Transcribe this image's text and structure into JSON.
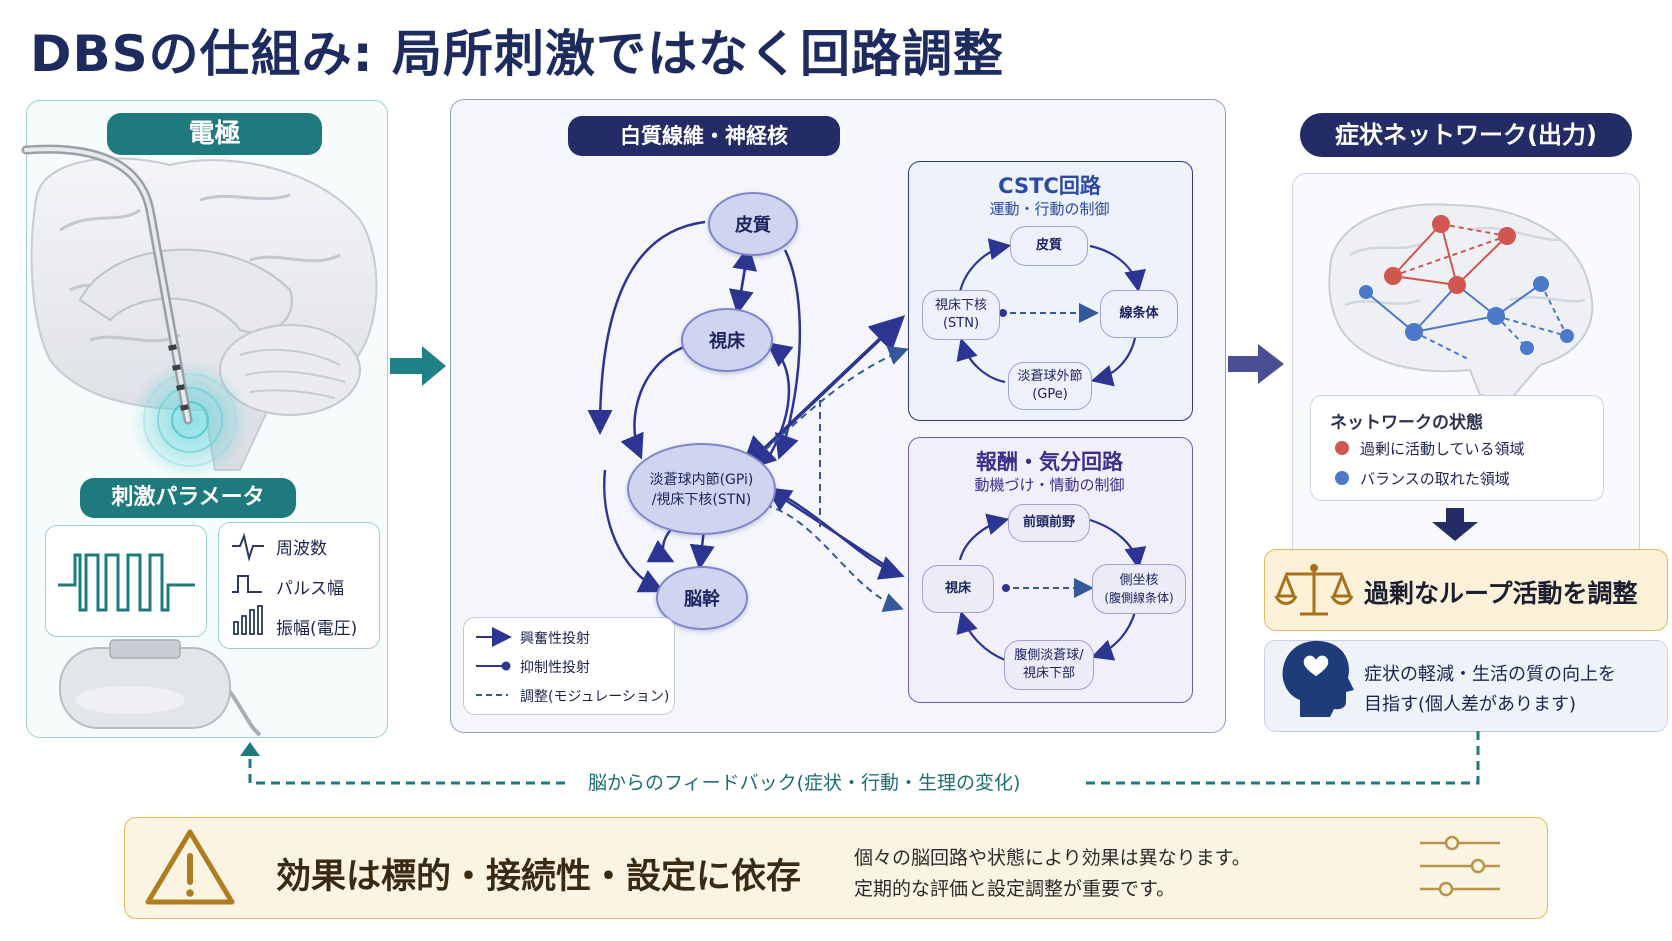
{
  "title": "DBSの仕組み: 局所刺激ではなく回路調整",
  "left_panel": {
    "header": "電極",
    "params_header": "刺激パラメータ",
    "params": [
      "周波数",
      "パルス幅",
      "振幅(電圧)"
    ]
  },
  "middle_panel": {
    "header": "白質線維・神経核",
    "nodes": {
      "cortex": "皮質",
      "thalamus": "視床",
      "gpi_line1": "淡蒼球内節(GPi)",
      "gpi_line2": "/視床下核(STN)",
      "brainstem": "脳幹"
    },
    "legend": [
      "興奮性投射",
      "抑制性投射",
      "調整(モジュレーション)"
    ],
    "cstc": {
      "title": "CSTC回路",
      "subtitle": "運動・行動の制御",
      "nodes": {
        "cortex": "皮質",
        "stn_line1": "視床下核",
        "stn_line2": "(STN)",
        "striatum": "線条体",
        "gpe_line1": "淡蒼球外節",
        "gpe_line2": "(GPe)"
      }
    },
    "reward": {
      "title": "報酬・気分回路",
      "subtitle": "動機づけ・情動の制御",
      "nodes": {
        "pfc": "前頭前野",
        "thalamus": "視床",
        "nacc_line1": "側坐核",
        "nacc_line2": "(腹側線条体)",
        "vp_line1": "腹側淡蒼球/",
        "vp_line2": "視床下部"
      }
    }
  },
  "right_panel": {
    "header": "症状ネットワーク(出力)",
    "legend_title": "ネットワークの状態",
    "legend_items": [
      "過剰に活動している領域",
      "バランスの取れた領域"
    ],
    "adjust_label": "過剰なループ活動を調整",
    "outcome_line1": "症状の軽減・生活の質の向上を",
    "outcome_line2": "目指す(個人差があります)"
  },
  "feedback_label": "脳からのフィードバック(症状・行動・生理の変化)",
  "warning": {
    "main": "効果は標的・接続性・設定に依存",
    "line1": "個々の脳回路や状態により効果は異なります。",
    "line2": "定期的な評価と設定調整が重要です。"
  },
  "colors": {
    "teal": "#1f7f83",
    "navy": "#232c67",
    "over_active": "#d0574f",
    "balanced": "#4c79c9",
    "amber": "#c89a3a"
  },
  "icons": [
    "brain-icon",
    "electrode-icon",
    "stimulator-icon",
    "waveform-icon",
    "scale-icon",
    "head-heart-icon",
    "warning-icon",
    "sliders-icon"
  ]
}
